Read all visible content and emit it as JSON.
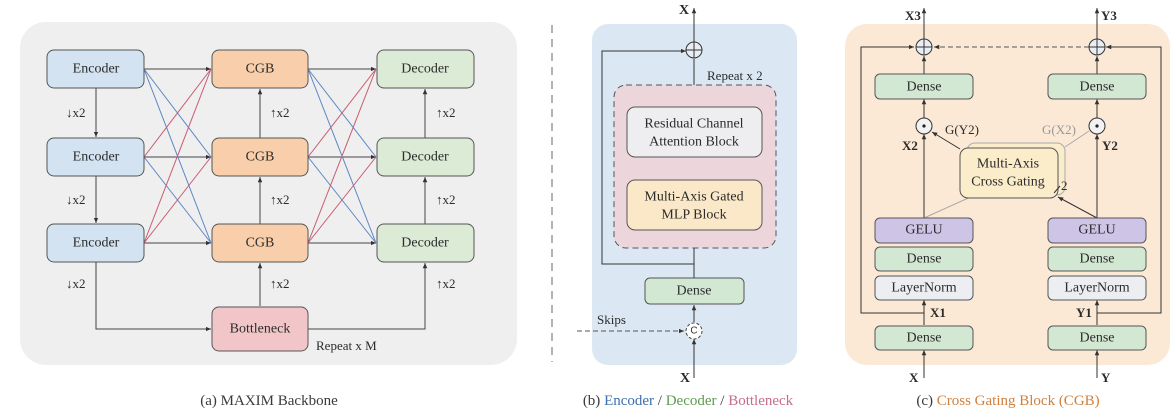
{
  "colors": {
    "panel_a_bg": "#efefef",
    "panel_b_bg": "#dbe8f4",
    "panel_c_bg": "#fbe9d6",
    "encoder_fill": "#d3e3f1",
    "cgb_fill": "#f8cfaa",
    "decoder_fill": "#dcebd6",
    "bottleneck_fill": "#f2c6c9",
    "dense_fill": "#d3e8d3",
    "gelu_fill": "#cdc4e6",
    "layernorm_fill": "#eceef2",
    "rcab_fill": "#eeeef0",
    "magmlp_fill": "#fbe8c8",
    "repeat_box_fill": "#ecd6dc",
    "cross_gating_fill": "#fbeccb",
    "blue_line": "#5b86c5",
    "red_line": "#c95a6e",
    "caption_encoder": "#3d6fae",
    "caption_decoder": "#5e9a4f",
    "caption_bottleneck": "#c86c8a",
    "caption_cgb": "#d0803e"
  },
  "panel_a": {
    "encoders": [
      "Encoder",
      "Encoder",
      "Encoder"
    ],
    "cgbs": [
      "CGB",
      "CGB",
      "CGB"
    ],
    "decoders": [
      "Decoder",
      "Decoder",
      "Decoder"
    ],
    "bottleneck": "Bottleneck",
    "down_label": "↓x2",
    "up_label": "↑x2",
    "repeat_label": "Repeat x M",
    "caption": "(a) MAXIM Backbone"
  },
  "panel_b": {
    "input_label": "X",
    "output_label": "X",
    "repeat_label": "Repeat x 2",
    "rcab_line1": "Residual Channel",
    "rcab_line2": "Attention Block",
    "magmlp_line1": "Multi-Axis Gated",
    "magmlp_line2": "MLP Block",
    "dense": "Dense",
    "skips_label": "Skips",
    "concat_symbol": "C",
    "caption_prefix": "(b) ",
    "caption_encoder": "Encoder",
    "caption_sep": " / ",
    "caption_decoder": "Decoder",
    "caption_bottleneck": "Bottleneck"
  },
  "panel_c": {
    "left": {
      "input": "X",
      "x1": "X1",
      "x2": "X2",
      "x3": "X3",
      "gate_label": "G(Y2)",
      "blocks_bottom_up": [
        "Dense",
        "LayerNorm",
        "Dense",
        "GELU"
      ],
      "dense_top": "Dense"
    },
    "right": {
      "input": "Y",
      "y1": "Y1",
      "y2": "Y2",
      "y3": "Y3",
      "gate_label": "G(X2)",
      "blocks_bottom_up": [
        "Dense",
        "LayerNorm",
        "Dense",
        "GELU"
      ],
      "dense_top": "Dense"
    },
    "cross_gating_line1": "Multi-Axis",
    "cross_gating_line2": "Cross Gating",
    "cross_gating_count": "2",
    "caption_prefix": "(c) ",
    "caption_main": "Cross Gating Block (CGB)"
  }
}
